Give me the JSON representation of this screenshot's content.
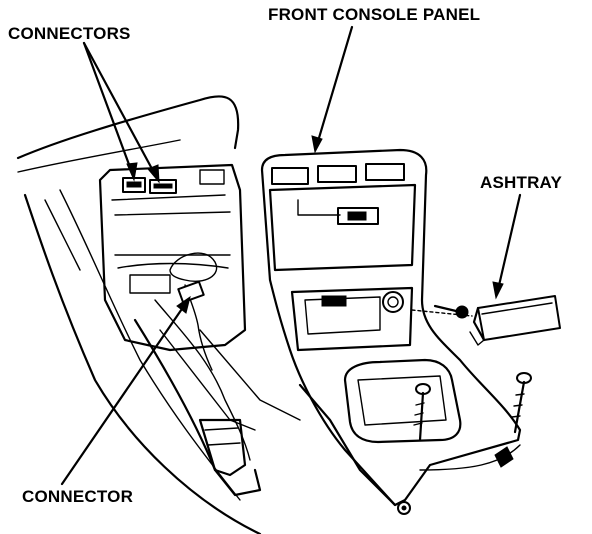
{
  "labels": {
    "connectors": "CONNECTORS",
    "front_console_panel": "FRONT CONSOLE PANEL",
    "ashtray": "ASHTRAY",
    "connector": "CONNECTOR"
  },
  "colors": {
    "ink": "#000000",
    "paper": "#ffffff"
  }
}
